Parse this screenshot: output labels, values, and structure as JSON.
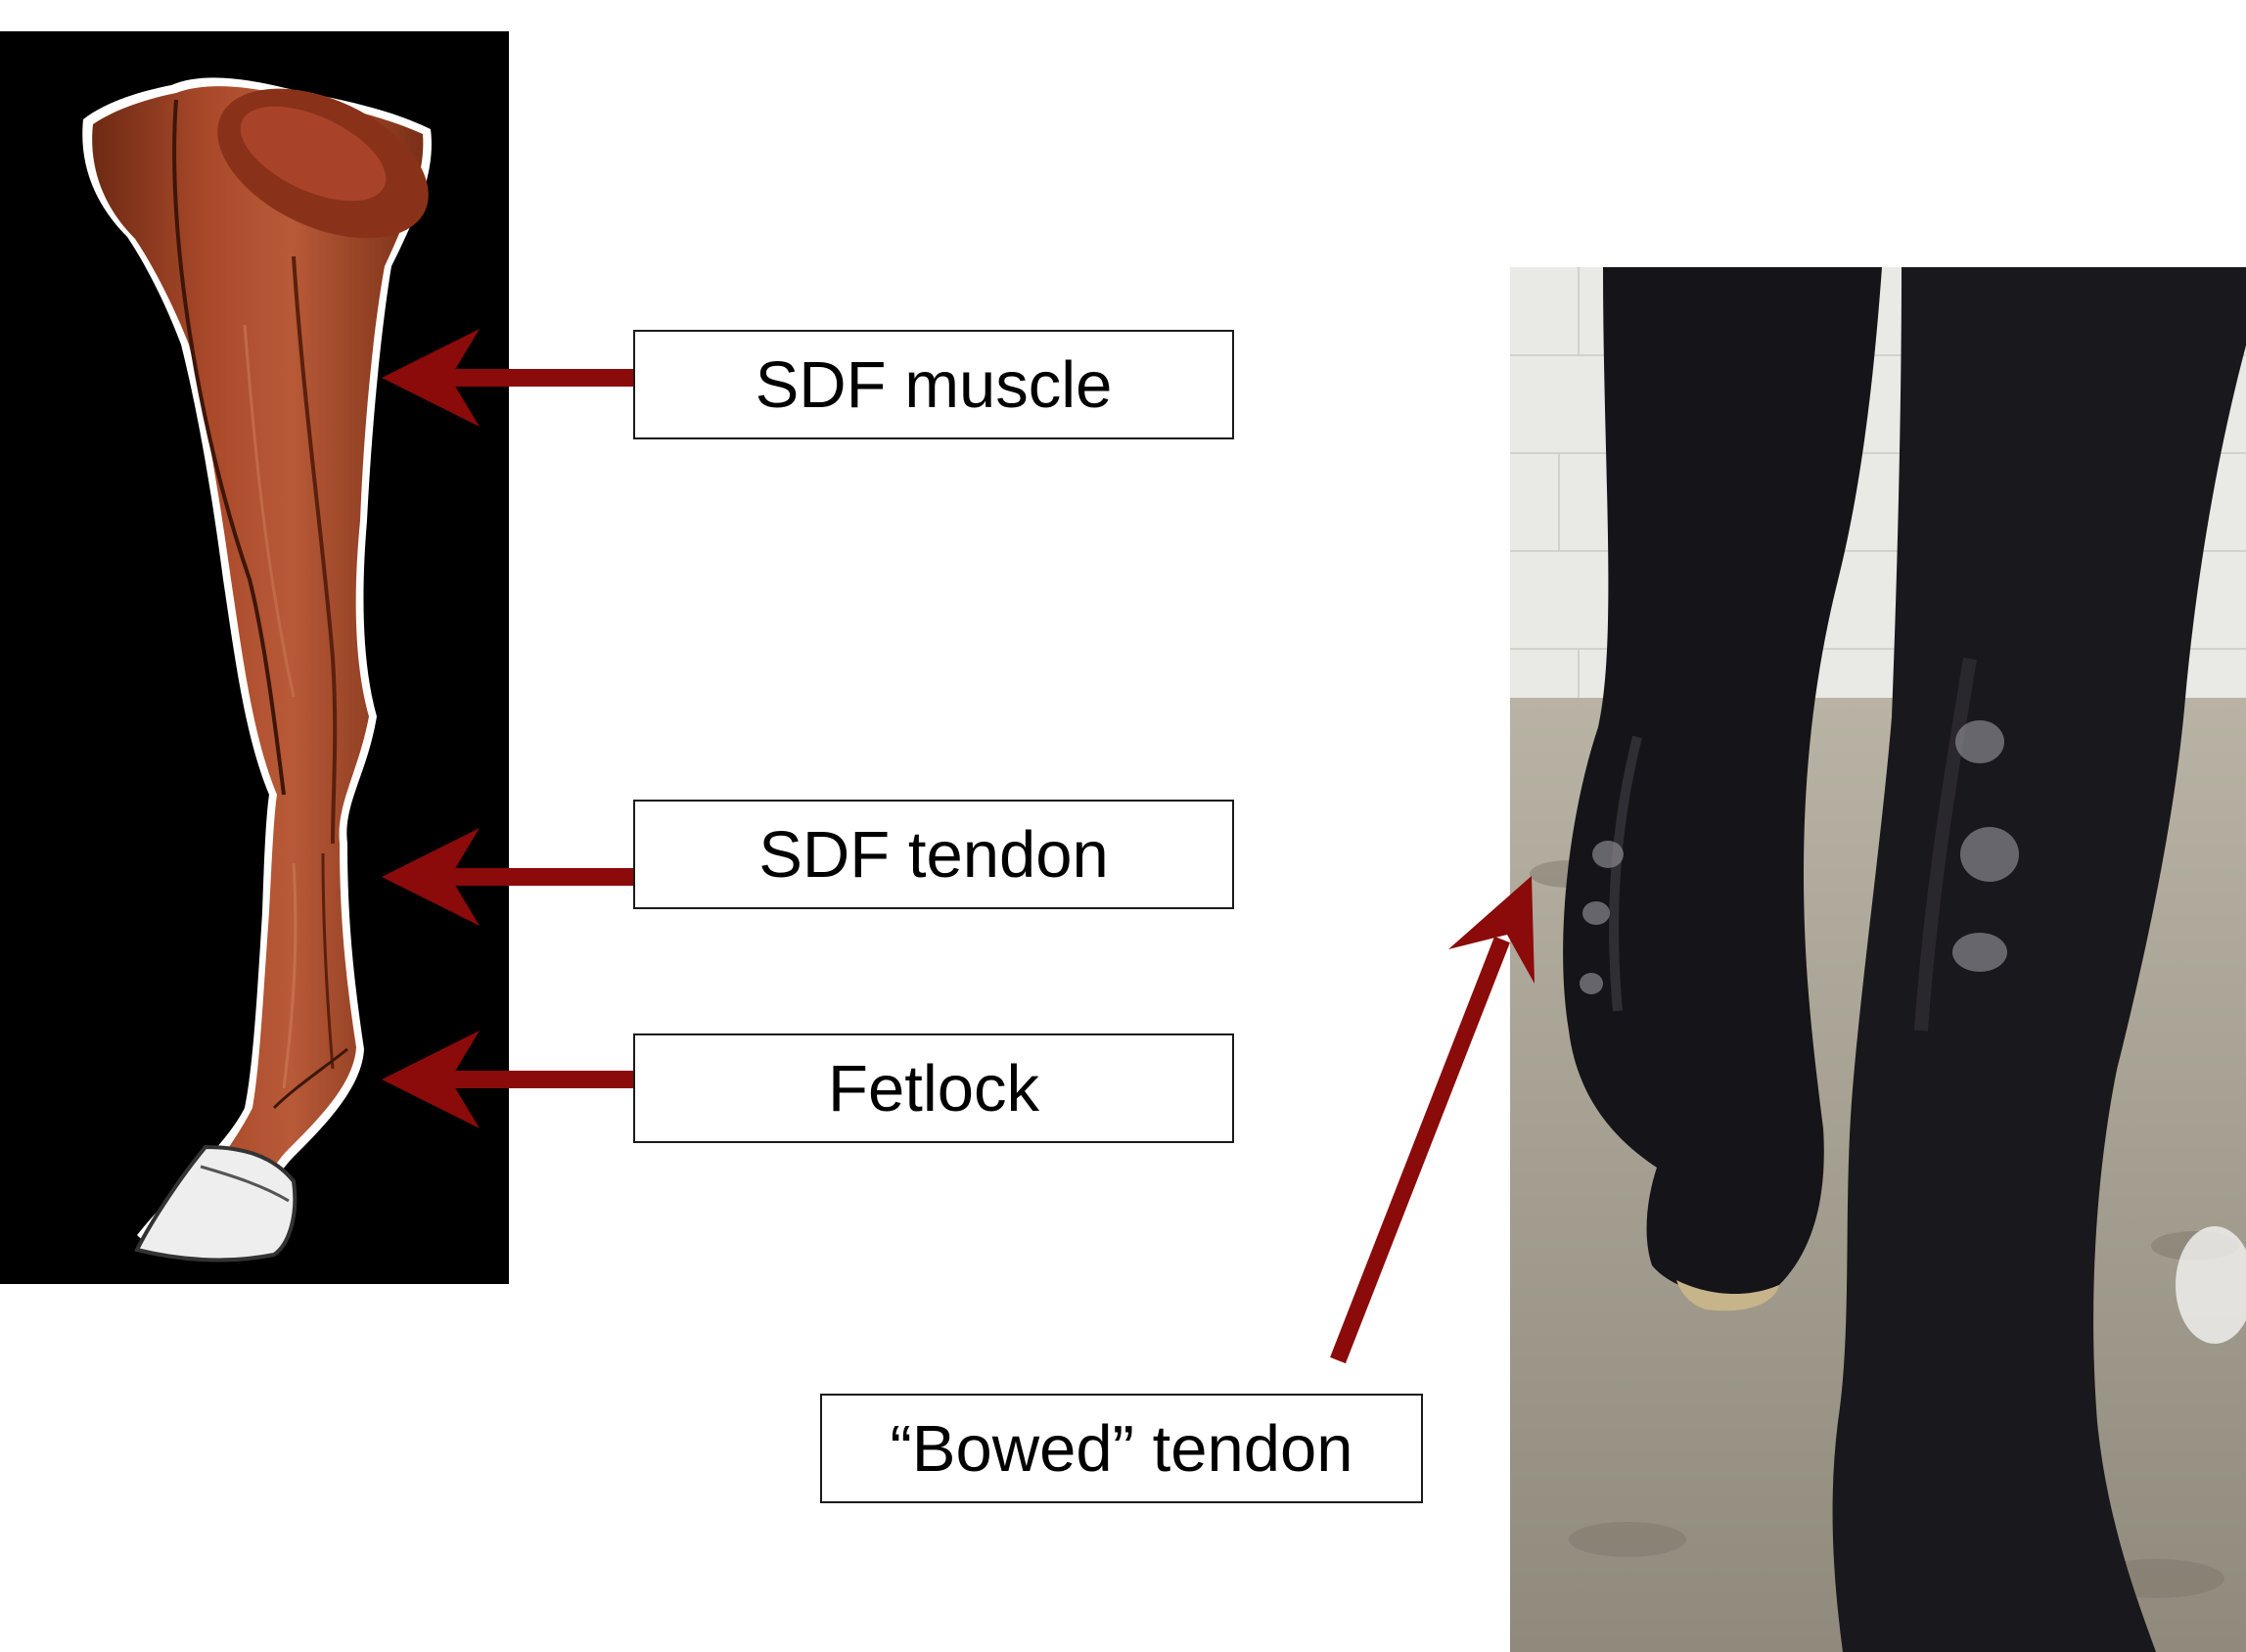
{
  "labels": {
    "sdf_muscle": "SDF muscle",
    "sdf_tendon": "SDF tendon",
    "fetlock": "Fetlock",
    "bowed_tendon": "“Bowed” tendon"
  },
  "colors": {
    "arrow": "#8b0a0a",
    "anatomy_background": "#000000",
    "muscle": "#9a3f23",
    "hoof": "#eeeeee",
    "horse_coat": "#151418",
    "wall": "#e9e9e6",
    "floor": "#9d998c"
  },
  "icons": {
    "anatomy": "horse-leg-muscle-illustration",
    "photo": "horse-legs-photo"
  }
}
